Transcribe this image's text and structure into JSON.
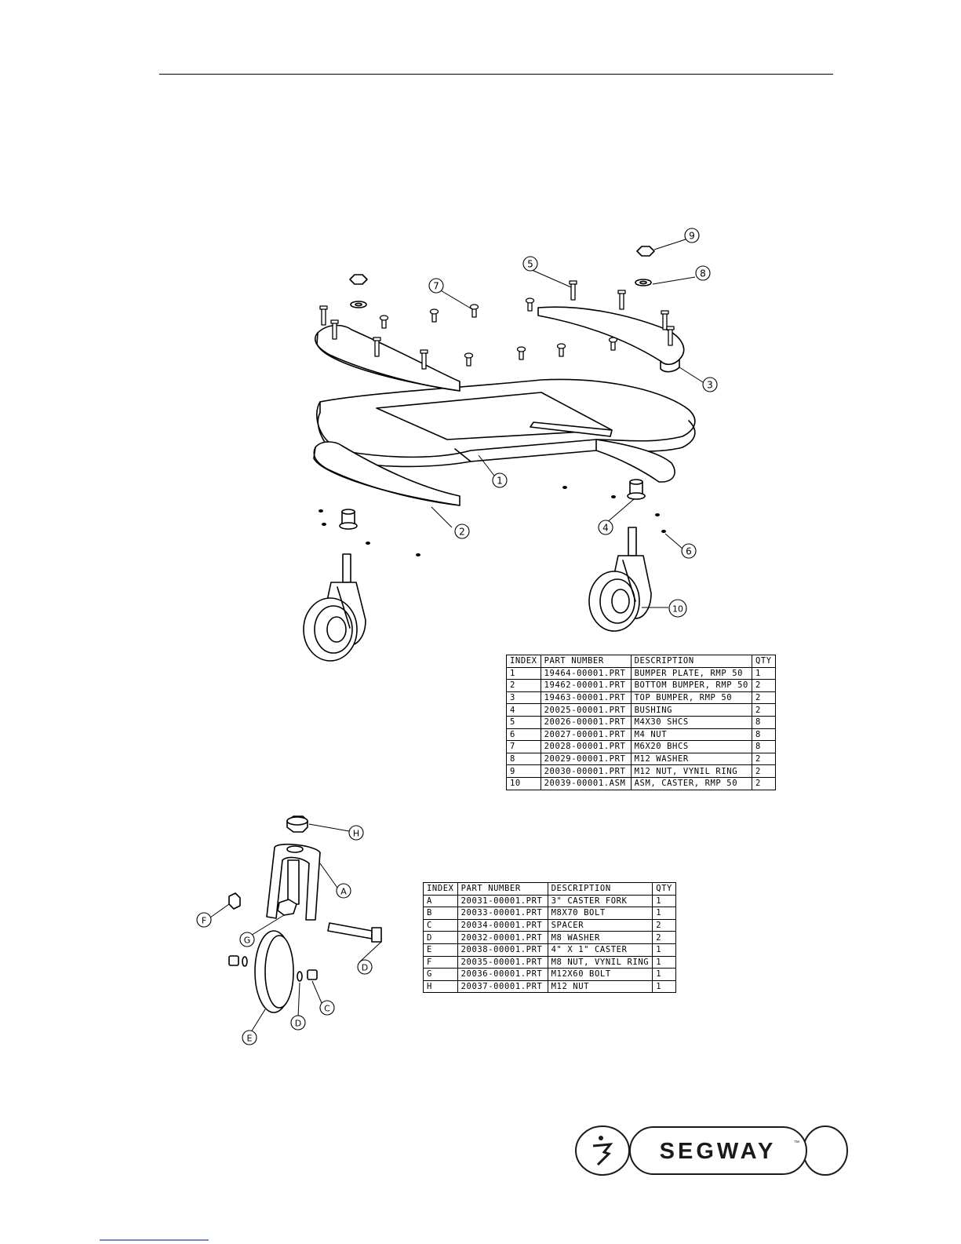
{
  "main_table": {
    "headers": [
      "INDEX",
      "PART NUMBER",
      "DESCRIPTION",
      "QTY"
    ],
    "rows": [
      [
        "1",
        "19464-00001.PRT",
        "BUMPER PLATE, RMP 50",
        "1"
      ],
      [
        "2",
        "19462-00001.PRT",
        "BOTTOM BUMPER, RMP 50",
        "2"
      ],
      [
        "3",
        "19463-00001.PRT",
        "TOP BUMPER, RMP 50",
        "2"
      ],
      [
        "4",
        "20025-00001.PRT",
        "BUSHING",
        "2"
      ],
      [
        "5",
        "20026-00001.PRT",
        "M4X30 SHCS",
        "8"
      ],
      [
        "6",
        "20027-00001.PRT",
        "M4 NUT",
        "8"
      ],
      [
        "7",
        "20028-00001.PRT",
        "M6X20 BHCS",
        "8"
      ],
      [
        "8",
        "20029-00001.PRT",
        "M12 WASHER",
        "2"
      ],
      [
        "9",
        "20030-00001.PRT",
        "M12 NUT, VYNIL RING",
        "2"
      ],
      [
        "10",
        "20039-00001.ASM",
        "ASM, CASTER, RMP 50",
        "2"
      ]
    ]
  },
  "caster_table": {
    "headers": [
      "INDEX",
      "PART NUMBER",
      "DESCRIPTION",
      "QTY"
    ],
    "rows": [
      [
        "A",
        "20031-00001.PRT",
        "3\" CASTER FORK",
        "1"
      ],
      [
        "B",
        "20033-00001.PRT",
        "M8X70 BOLT",
        "1"
      ],
      [
        "C",
        "20034-00001.PRT",
        "SPACER",
        "2"
      ],
      [
        "D",
        "20032-00001.PRT",
        "M8 WASHER",
        "2"
      ],
      [
        "E",
        "20038-00001.PRT",
        "4\" X 1\" CASTER",
        "1"
      ],
      [
        "F",
        "20035-00001.PRT",
        "M8 NUT, VYNIL RING",
        "1"
      ],
      [
        "G",
        "20036-00001.PRT",
        "M12X60 BOLT",
        "1"
      ],
      [
        "H",
        "20037-00001.PRT",
        "M12 NUT",
        "1"
      ]
    ]
  },
  "main_callouts": [
    "1",
    "2",
    "3",
    "4",
    "5",
    "6",
    "7",
    "8",
    "9",
    "10"
  ],
  "caster_callouts": [
    "A",
    "C",
    "D",
    "D",
    "E",
    "F",
    "G",
    "H"
  ],
  "logo": {
    "brand": "SEGWAY",
    "tm": "™"
  },
  "colors": {
    "ink": "#000000",
    "logo_ink": "#1a1a1a",
    "link_blue": "#2b3fb8"
  },
  "icons": [
    "segway-rider-icon"
  ]
}
